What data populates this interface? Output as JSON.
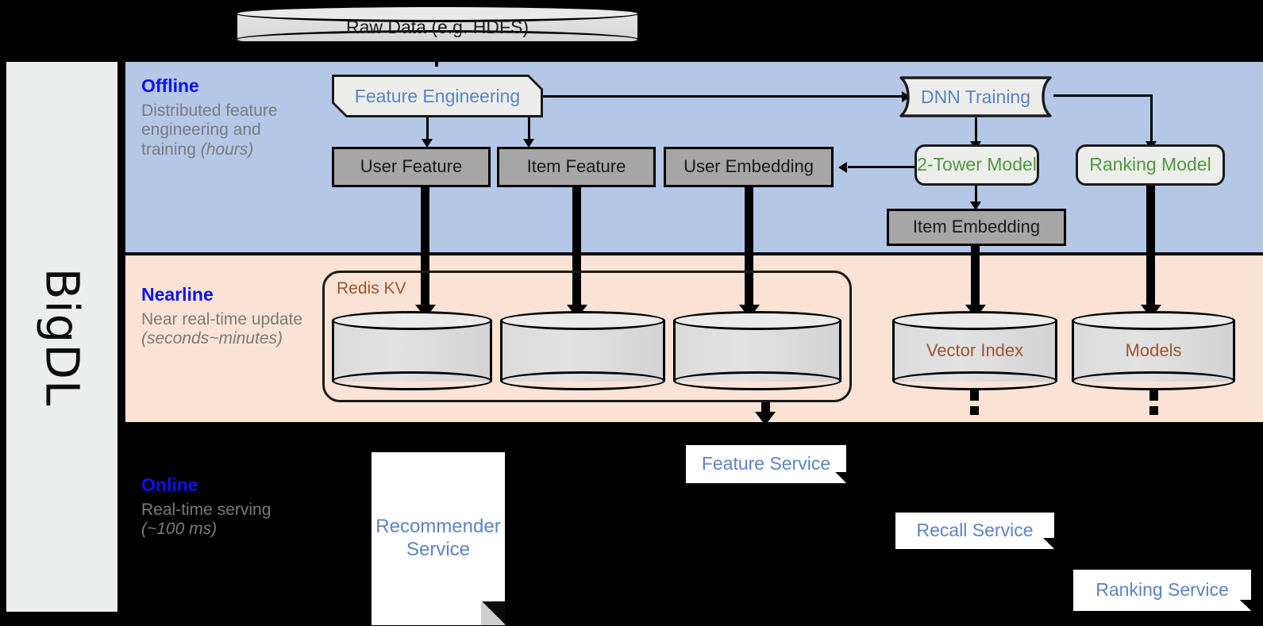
{
  "brand": {
    "name": "BigDL"
  },
  "sections": [
    {
      "id": "offline",
      "title": "Offline",
      "subtitle_plain": "Distributed feature engineering and training ",
      "subtitle_italic": "(hours)",
      "bg": "#b4c7e7"
    },
    {
      "id": "nearline",
      "title": "Nearline",
      "subtitle_plain": "Near real-time update ",
      "subtitle_italic": "(seconds~minutes)",
      "bg": "#fae3d4"
    },
    {
      "id": "online",
      "title": "Online",
      "subtitle_plain": "Real-time serving ",
      "subtitle_italic": "(~100 ms)",
      "bg": "#000000"
    }
  ],
  "nodes": {
    "raw_data": "Raw Data (e.g. HDFS)",
    "feature_engineering": "Feature Engineering",
    "dnn_training": "DNN Training",
    "user_feature": "User Feature",
    "item_feature": "Item Feature",
    "user_embedding": "User Embedding",
    "two_tower_model": "2-Tower Model",
    "ranking_model": "Ranking Model",
    "item_embedding": "Item Embedding",
    "redis_kv": "Redis KV",
    "vector_index": "Vector Index",
    "models": "Models",
    "recommender_service": "Recommender Service",
    "feature_service": "Feature Service",
    "recall_service": "Recall Service",
    "ranking_service": "Ranking Service"
  },
  "colors": {
    "accent_blue": "#0a13ef",
    "node_blue": "#5b83c6",
    "node_green": "#4e9a3c",
    "node_brown": "#a0522d",
    "gray_box": "#a6a6a6",
    "offline_bg": "#b4c7e7",
    "nearline_bg": "#fae3d4",
    "panel_bg": "#eceded"
  }
}
